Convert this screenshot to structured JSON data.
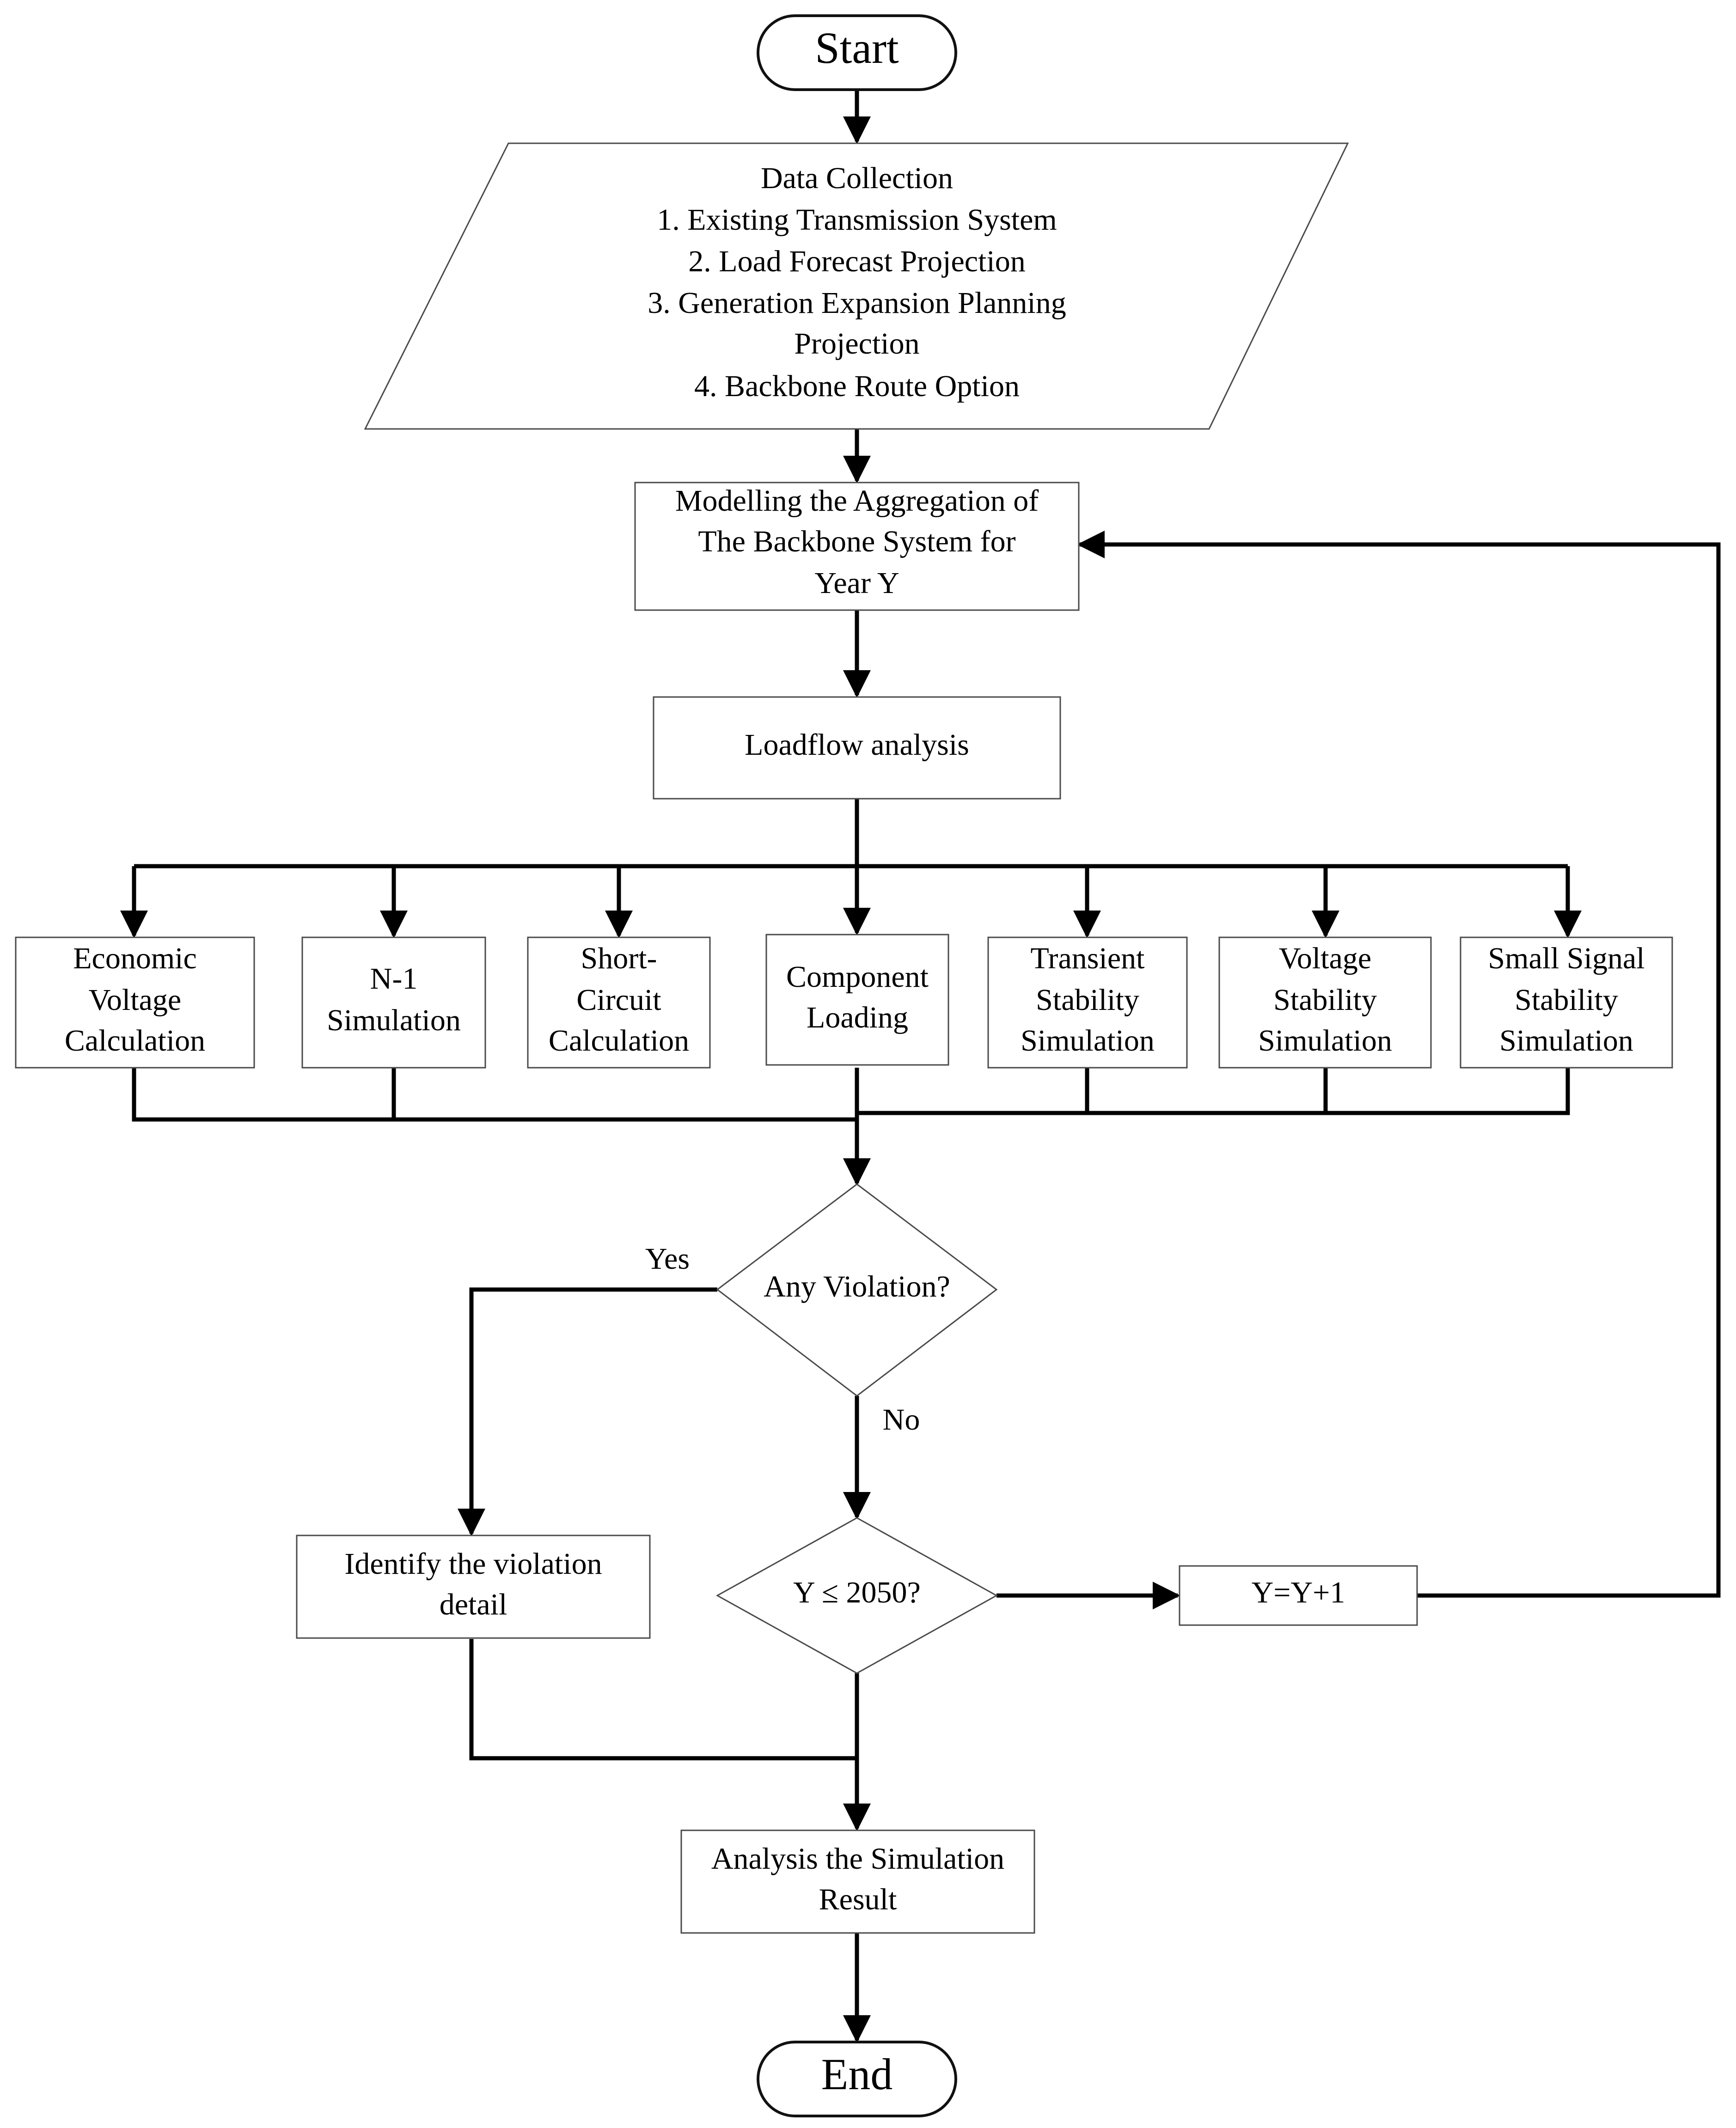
{
  "start": "Start",
  "end": "End",
  "data_collection": {
    "lines": [
      "Data Collection",
      "1. Existing Transmission System",
      "2. Load Forecast Projection",
      "3. Generation Expansion Planning",
      "Projection",
      "4. Backbone Route Option"
    ]
  },
  "modelling": {
    "lines": [
      "Modelling the Aggregation of",
      "The Backbone System for",
      "Year Y"
    ]
  },
  "loadflow": "Loadflow analysis",
  "studies": [
    {
      "id": "economic-voltage",
      "lines": [
        "Economic",
        "Voltage",
        "Calculation"
      ]
    },
    {
      "id": "n-1",
      "lines": [
        "N-1",
        "Simulation"
      ]
    },
    {
      "id": "short-circuit",
      "lines": [
        "Short-",
        "Circuit",
        "Calculation"
      ]
    },
    {
      "id": "component-loading",
      "lines": [
        "Component",
        "Loading"
      ]
    },
    {
      "id": "transient-stability",
      "lines": [
        "Transient",
        "Stability",
        "Simulation"
      ]
    },
    {
      "id": "voltage-stability",
      "lines": [
        "Voltage",
        "Stability",
        "Simulation"
      ]
    },
    {
      "id": "small-signal",
      "lines": [
        "Small Signal",
        "Stability",
        "Simulation"
      ]
    }
  ],
  "decision_violation": "Any Violation?",
  "yes_label": "Yes",
  "no_label": "No",
  "identify": {
    "lines": [
      "Identify the violation",
      "detail"
    ]
  },
  "decision_year": "Y ≤ 2050?",
  "increment": "Y=Y+1",
  "analysis": {
    "lines": [
      "Analysis the Simulation",
      "Result"
    ]
  }
}
